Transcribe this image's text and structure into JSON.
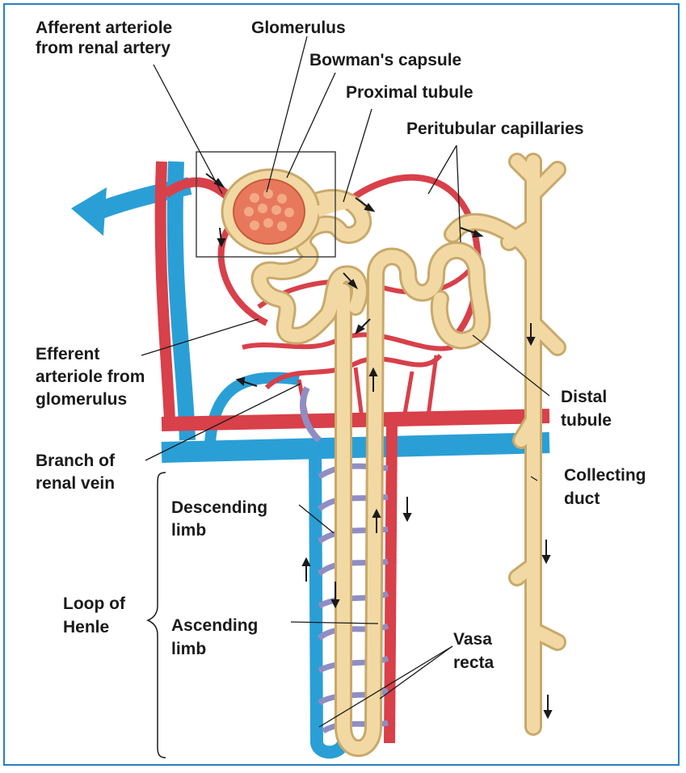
{
  "labels": {
    "afferent_arteriole": "Afferent arteriole\nfrom renal artery",
    "glomerulus": "Glomerulus",
    "bowmans_capsule": "Bowman's capsule",
    "proximal_tubule": "Proximal tubule",
    "peritubular_capillaries": "Peritubular capillaries",
    "efferent_arteriole": "Efferent\narteriole from\nglomerulus",
    "distal_tubule": "Distal\ntubule",
    "branch_of_renal_vein": "Branch of\nrenal vein",
    "collecting_duct": "Collecting\nduct",
    "descending_limb": "Descending\nlimb",
    "loop_of_henle": "Loop of\nHenle",
    "ascending_limb": "Ascending\nlimb",
    "vasa_recta": "Vasa\nrecta"
  },
  "colors": {
    "artery": "#d8404a",
    "vein": "#2a9fd6",
    "tubule": "#f2d9a4",
    "tubule_outline": "#c9a96b",
    "vasa_mid": "#8f8ec4",
    "glomerulus": "#e8785c",
    "frame": "#2a7fc1"
  }
}
